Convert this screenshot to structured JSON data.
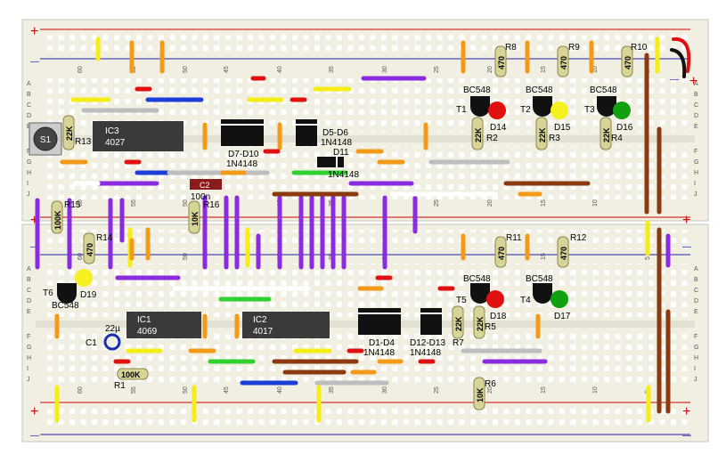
{
  "ics": {
    "ic3": {
      "name": "IC3",
      "part": "4027"
    },
    "ic1": {
      "name": "IC1",
      "part": "4069"
    },
    "ic2": {
      "name": "IC2",
      "part": "4017"
    }
  },
  "switch": {
    "label": "S1"
  },
  "capacitors": {
    "c2": {
      "name": "C2",
      "value": "100n"
    },
    "c1": {
      "name": "C1",
      "value": "22µ"
    }
  },
  "diodes": {
    "d7_d10": {
      "name": "D7-D10",
      "part": "1N4148"
    },
    "d5_d6": {
      "name": "D5-D6",
      "part": "1N4148"
    },
    "d11": {
      "name": "D11",
      "part": "1N4148"
    },
    "d1_d4": {
      "name": "D1-D4",
      "part": "1N4148"
    },
    "d12_d13": {
      "name": "D12-D13",
      "part": "1N4148"
    }
  },
  "transistors": {
    "t1": {
      "name": "T1",
      "part": "BC548"
    },
    "t2": {
      "name": "T2",
      "part": "BC548"
    },
    "t3": {
      "name": "T3",
      "part": "BC548"
    },
    "t4": {
      "name": "T4",
      "part": "BC548"
    },
    "t5": {
      "name": "T5",
      "part": "BC548"
    },
    "t6": {
      "name": "T6",
      "part": "BC548"
    }
  },
  "leds": {
    "d14": {
      "name": "D14",
      "color": "#e01010"
    },
    "d15": {
      "name": "D15",
      "color": "#f5f020"
    },
    "d16": {
      "name": "D16",
      "color": "#10a010"
    },
    "d17": {
      "name": "D17",
      "color": "#10a010"
    },
    "d18": {
      "name": "D18",
      "color": "#e01010"
    },
    "d19": {
      "name": "D19",
      "color": "#f5f020"
    }
  },
  "resistors": {
    "r1": {
      "name": "R1",
      "value": "100K"
    },
    "r2": {
      "name": "R2",
      "value": "22K"
    },
    "r3": {
      "name": "R3",
      "value": "22K"
    },
    "r4": {
      "name": "R4",
      "value": "22K"
    },
    "r5": {
      "name": "R5",
      "value": "22K"
    },
    "r6": {
      "name": "R6",
      "value": "10K"
    },
    "r7": {
      "name": "R7",
      "value": "22K"
    },
    "r8": {
      "name": "R8",
      "value": "470"
    },
    "r9": {
      "name": "R9",
      "value": "470"
    },
    "r10": {
      "name": "R10",
      "value": "470"
    },
    "r11": {
      "name": "R11",
      "value": "470"
    },
    "r12": {
      "name": "R12",
      "value": "470"
    },
    "r13": {
      "name": "R13",
      "value": "22K"
    },
    "r14": {
      "name": "R14",
      "value": "470"
    },
    "r15": {
      "name": "R15",
      "value": "100K"
    },
    "r16": {
      "name": "R16",
      "value": "10K"
    }
  },
  "board": {
    "columns": [
      "60",
      "55",
      "50",
      "45",
      "40",
      "35",
      "30",
      "25",
      "20",
      "15",
      "10",
      "5"
    ],
    "rows_top": [
      "A",
      "B",
      "C",
      "D",
      "E"
    ],
    "rows_bottom": [
      "F",
      "G",
      "H",
      "I",
      "J"
    ],
    "plus": "+",
    "minus": "—"
  },
  "colors": {
    "board": "#f1efe2",
    "hole": "#ffffff",
    "red_rail": "#cc0000",
    "blue_rail": "#2020b0",
    "ic_body": "#3a3a3a"
  }
}
